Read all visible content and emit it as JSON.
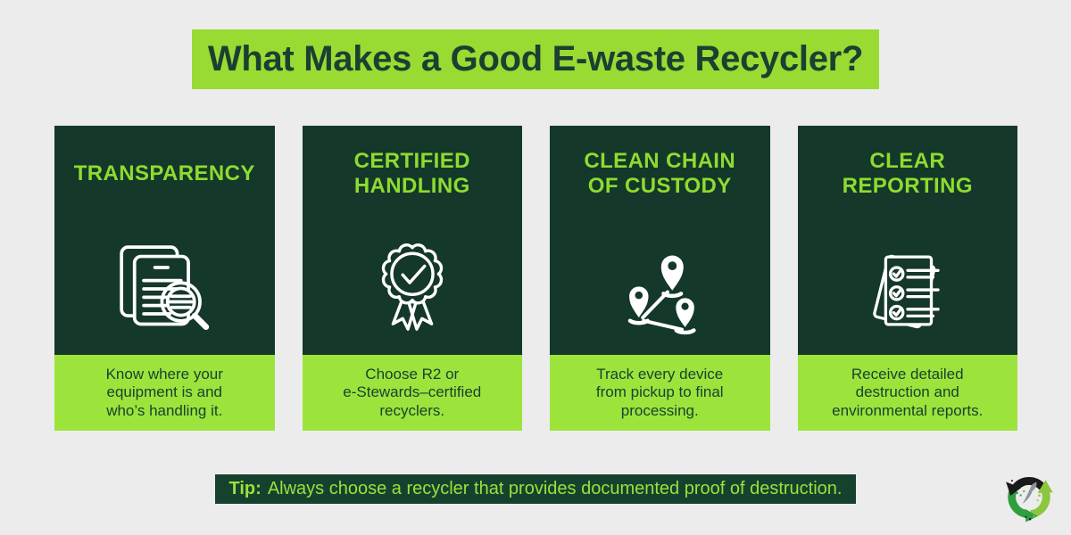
{
  "title": "What Makes a Good E-waste Recycler?",
  "cards": [
    {
      "heading": "TRANSPARENCY",
      "body": "Know where your\nequipment is and\nwho’s handling it.",
      "icon": "document-search-icon"
    },
    {
      "heading": "CERTIFIED\nHANDLING",
      "body": "Choose R2 or\ne-Stewards–certified\nrecyclers.",
      "icon": "certified-ribbon-icon"
    },
    {
      "heading": "CLEAN CHAIN\nOF CUSTODY",
      "body": "Track every device\nfrom pickup to final\nprocessing.",
      "icon": "map-pins-route-icon"
    },
    {
      "heading": "CLEAR\nREPORTING",
      "body": "Receive detailed\ndestruction and\nenvironmental reports.",
      "icon": "checklist-report-icon"
    }
  ],
  "tip": {
    "label": "Tip:",
    "text": "Always choose a recycler that provides documented proof of destruction."
  },
  "logo": "recycle-dissolve-logo",
  "colors": {
    "background": "#ECECEC",
    "lime_banner": "#99DB33",
    "lime_panel": "#9CE43C",
    "dark_green_card": "#143829",
    "tip_bar_green": "#17412F",
    "heading_lime": "#8EDB30",
    "tip_text_lime": "#99E13B",
    "dark_text": "#1B4031",
    "icon_white": "#FFFFFF",
    "logo_black": "#1A1A1A",
    "logo_green": "#2F9E41",
    "logo_lime": "#8CC63F"
  }
}
